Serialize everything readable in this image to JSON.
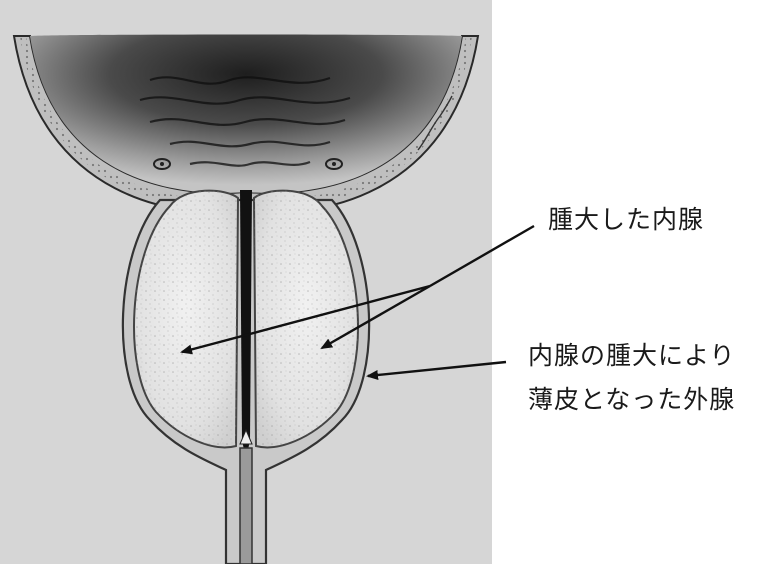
{
  "labels": {
    "enlarged_inner_gland": "腫大した内腺",
    "thinned_outer_gland_line1": "内腺の腫大により",
    "thinned_outer_gland_line2": "薄皮となった外腺"
  },
  "illustration": {
    "description_icon": "prostate-cross-section",
    "colors": {
      "background": "#ffffff",
      "panel": "#d6d6d6",
      "ink": "#1a1a1a",
      "gland": "#e9e9e9"
    }
  }
}
